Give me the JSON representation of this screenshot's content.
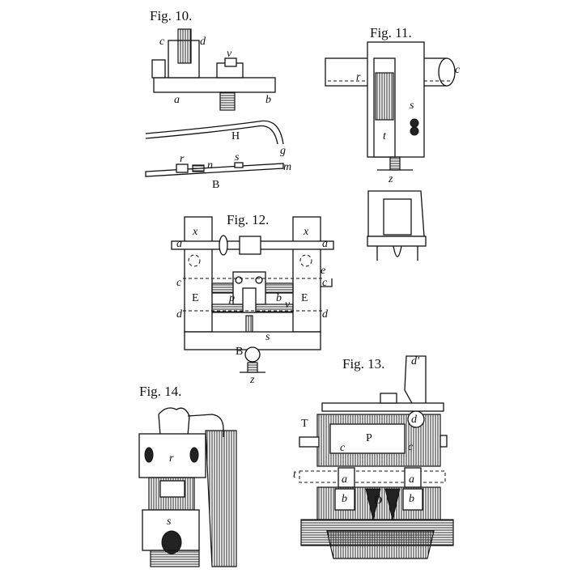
{
  "figures": {
    "fig10": {
      "title": "Fig. 10.",
      "labels": [
        "c",
        "d",
        "v",
        "a",
        "b",
        "H",
        "g",
        "r",
        "n",
        "s",
        "m",
        "B"
      ]
    },
    "fig11": {
      "title": "Fig. 11.",
      "labels": [
        "r",
        "c",
        "s",
        "t",
        "z"
      ]
    },
    "fig12": {
      "title": "Fig. 12.",
      "labels": [
        "x",
        "x",
        "a",
        "a",
        "c",
        "c",
        "e",
        "E",
        "E",
        "p",
        "b",
        "v",
        "d",
        "d",
        "s",
        "B",
        "z"
      ]
    },
    "fig13": {
      "title": "Fig. 13.",
      "labels": [
        "d'",
        "d",
        "T",
        "P",
        "c",
        "c",
        "t",
        "a",
        "a",
        "b",
        "b",
        "D"
      ]
    },
    "fig14": {
      "title": "Fig. 14.",
      "labels": [
        "r",
        "s"
      ]
    }
  }
}
